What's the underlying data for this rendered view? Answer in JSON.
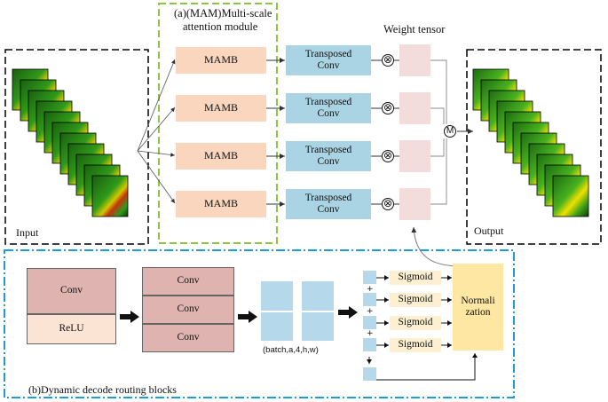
{
  "module_a": {
    "title_line1": "(a)(MAM)Multi-scale",
    "title_line2": "attention module",
    "mamb_blocks": [
      "MAMB",
      "MAMB",
      "MAMB",
      "MAMB"
    ],
    "transposed_conv": [
      {
        "line1": "Transposed",
        "line2": "Conv"
      },
      {
        "line1": "Transposed",
        "line2": "Conv"
      },
      {
        "line1": "Transposed",
        "line2": "Conv"
      },
      {
        "line1": "Transposed",
        "line2": "Conv"
      }
    ],
    "multiply_symbol": "⊗",
    "weight_tensor_label": "Weight tensor",
    "merge_symbol": "M"
  },
  "input_label": "Input",
  "output_label": "Output",
  "module_b": {
    "title": "(b)Dynamic decode routing blocks",
    "conv_label": "Conv",
    "relu_label": "ReLU",
    "conv_stack": [
      "Conv",
      "Conv",
      "Conv"
    ],
    "tensor_shape": "(batch,a,4,h,w)",
    "plus_symbol": "+",
    "sigmoids": [
      "Sigmoid",
      "Sigmoid",
      "Sigmoid",
      "Sigmoid"
    ],
    "norm_line1": "Normali",
    "norm_line2": "zation"
  },
  "colors": {
    "green_dash": "#8cc63f",
    "blue_dashdot": "#1f9bd7",
    "black_dash": "#000000",
    "mamb_fill": "#f9d6bd",
    "transposed_conv_fill": "#aad3e3",
    "weight_fill": "#f2dcdc",
    "conv_fill": "#dfb4b0",
    "relu_fill": "#fbe4d4",
    "sigmoid_fill": "#fdf0d2",
    "normalization_fill": "#fde7a2"
  }
}
